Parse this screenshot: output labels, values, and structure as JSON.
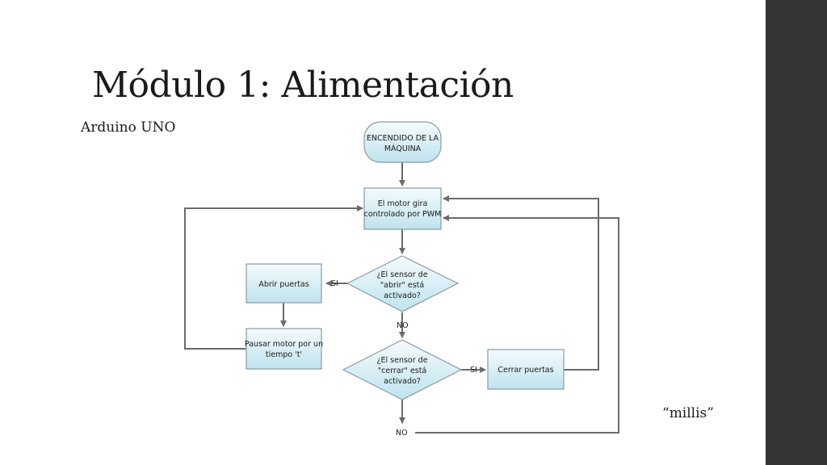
{
  "slide": {
    "title": "Módulo 1: Alimentación",
    "subtitle": "Arduino UNO",
    "note": "“millis”"
  },
  "diagram": {
    "start": [
      "ENCENDIDO DE LA",
      "MÁQUINA"
    ],
    "motor": [
      "El motor gira",
      "controlado por PWM"
    ],
    "decision_open": [
      "¿El sensor de",
      "\"abrir\" está",
      "activado?"
    ],
    "decision_close": [
      "¿El sensor de",
      "\"cerrar\" está",
      "activado?"
    ],
    "open_doors": "Abrir puertas",
    "pause_motor": [
      "Pausar motor por un",
      "tiempo 't'"
    ],
    "close_doors": "Cerrar puertas",
    "yes_label": "SI",
    "no_label": "NO"
  },
  "colors": {
    "box_fill_top": "#f4fbfd",
    "box_fill_bottom": "#bfe3ee",
    "box_stroke": "#8a9aa3",
    "line": "#6b6b6b",
    "side_bar": "#353535"
  }
}
